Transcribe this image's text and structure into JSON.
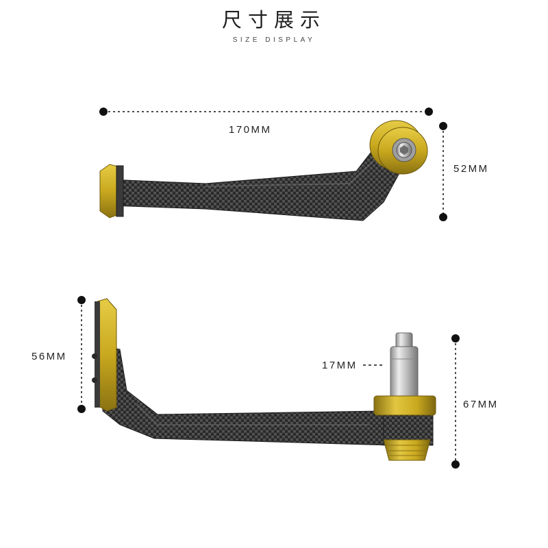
{
  "header": {
    "title": "尺寸展示",
    "subtitle": "SIZE DISPLAY"
  },
  "dimensions": {
    "length": "170MM",
    "height_top": "52MM",
    "mount_height": "56MM",
    "bar_diameter": "17MM",
    "height_bottom": "67MM"
  },
  "colors": {
    "carbon": "#2b2b2b",
    "gold": "#c9a81e",
    "steel": "#c8c8c8",
    "line": "#111111"
  }
}
